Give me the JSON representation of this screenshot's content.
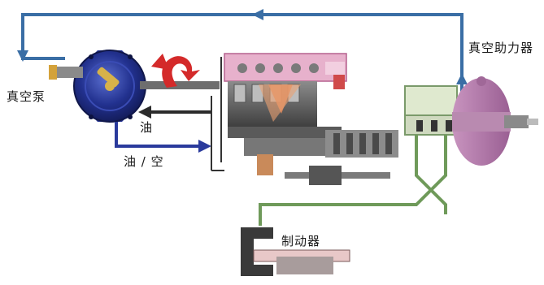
{
  "labels": {
    "vacuum_pump": "真空泵",
    "brake_booster": "真空助力器",
    "oil": "油",
    "oil_air": "油 / 空",
    "brake": "制动器"
  },
  "colors": {
    "vacuum_line": "#3a6ea5",
    "oil_return": "#2b2b2b",
    "oil_air_line": "#2a3a9c",
    "pump_body": "#1f2f8a",
    "rotation_arrow": "#d42a2a",
    "brake_line": "#6f9a5a",
    "booster": "#b07aa8",
    "engine_head": "#d98fb5"
  }
}
